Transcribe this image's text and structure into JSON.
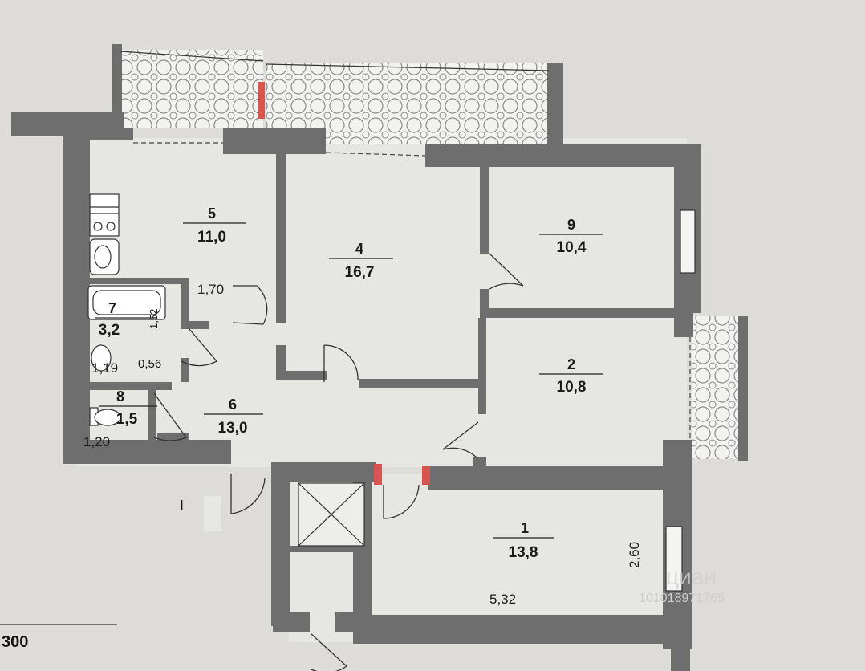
{
  "rooms": [
    {
      "id": "room-1",
      "number": "1",
      "area": "13,8"
    },
    {
      "id": "room-2",
      "number": "2",
      "area": "10,8"
    },
    {
      "id": "room-4",
      "number": "4",
      "area": "16,7"
    },
    {
      "id": "room-5",
      "number": "5",
      "area": "11,0"
    },
    {
      "id": "room-6",
      "number": "6",
      "area": "13,0"
    },
    {
      "id": "room-7",
      "number": "7",
      "area": "3,2"
    },
    {
      "id": "room-8",
      "number": "8",
      "area": "1,5"
    },
    {
      "id": "room-9",
      "number": "9",
      "area": "10,4"
    }
  ],
  "dimensions": {
    "d_1_70": "1,70",
    "d_1_19": "1,19",
    "d_0_56": "0,56",
    "d_1_52": "1,52",
    "d_1_20": "1,20",
    "d_2_60": "2,60",
    "d_5_32": "5,32"
  },
  "labels": {
    "scale": "300",
    "entrance_mark": "I",
    "watermark": "циан",
    "watermark_id": "101018971765"
  },
  "colors": {
    "wall": "#6e6e6e",
    "floor": "#e6e6e3",
    "marker_red": "#d9534f"
  }
}
